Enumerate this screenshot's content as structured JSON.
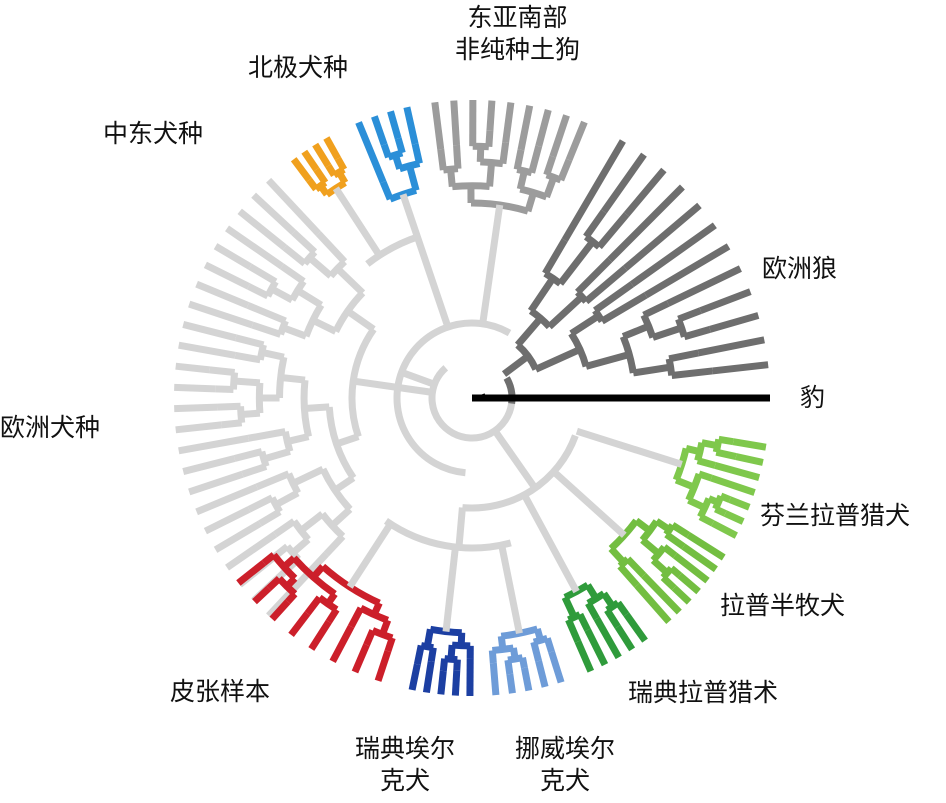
{
  "title": "犬类环形系统发育树",
  "outgroup": {
    "label": "豹",
    "color": "#000000"
  },
  "backbone_color": "#d4d4d4",
  "clades": [
    {
      "id": "wolf",
      "label": "欧洲狼",
      "color": "#6e6e6e",
      "leaves": 12,
      "angles": [
        -62,
        -4
      ],
      "stem": 70
    },
    {
      "id": "eastasia",
      "label_lines": [
        "东亚南部",
        "非纯种土狗"
      ],
      "color": "#9c9c9c",
      "leaves": 9,
      "angles": [
        -99,
        -66
      ],
      "stem": 195
    },
    {
      "id": "arctic",
      "label": "北极犬种",
      "color": "#2b8fd8",
      "leaves": 4,
      "angles": [
        -114,
        -101
      ],
      "stem": 215
    },
    {
      "id": "mideast",
      "label": "中东犬种",
      "color": "#f0a01e",
      "leaves": 4,
      "angles": [
        -128,
        -118
      ],
      "stem": 250
    },
    {
      "id": "europe",
      "label": "欧洲犬种",
      "color": "#d4d4d4",
      "leaves": 24,
      "angles": [
        131,
        229
      ],
      "stem": 120
    },
    {
      "id": "pelt",
      "label": "皮张样本",
      "color": "#cc1f2a",
      "leaves": 8,
      "angles": [
        106,
        144
      ],
      "stem": 225
    },
    {
      "id": "swedish_elk",
      "label_lines": [
        "瑞典埃尔",
        "克犬"
      ],
      "color": "#1c3fa2",
      "leaves": 5,
      "angles": [
        89,
        103
      ],
      "stem": 235
    },
    {
      "id": "norwegian_elk",
      "label_lines": [
        "挪威埃尔",
        "克犬"
      ],
      "color": "#6e9cd8",
      "leaves": 5,
      "angles": [
        71,
        87
      ],
      "stem": 240
    },
    {
      "id": "swedish_lapp",
      "label": "瑞典拉普猎术",
      "color": "#2f9b3b",
      "leaves": 5,
      "angles": [
        53,
        68
      ],
      "stem": 220
    },
    {
      "id": "lapp_herder",
      "label": "拉普半牧犬",
      "color": "#73be41",
      "leaves": 7,
      "angles": [
        31,
        50
      ],
      "stem": 205
    },
    {
      "id": "finnish_lapp",
      "label": "芬兰拉普猎犬",
      "color": "#7fc84c",
      "leaves": 7,
      "angles": [
        8,
        29
      ],
      "stem": 220
    }
  ]
}
